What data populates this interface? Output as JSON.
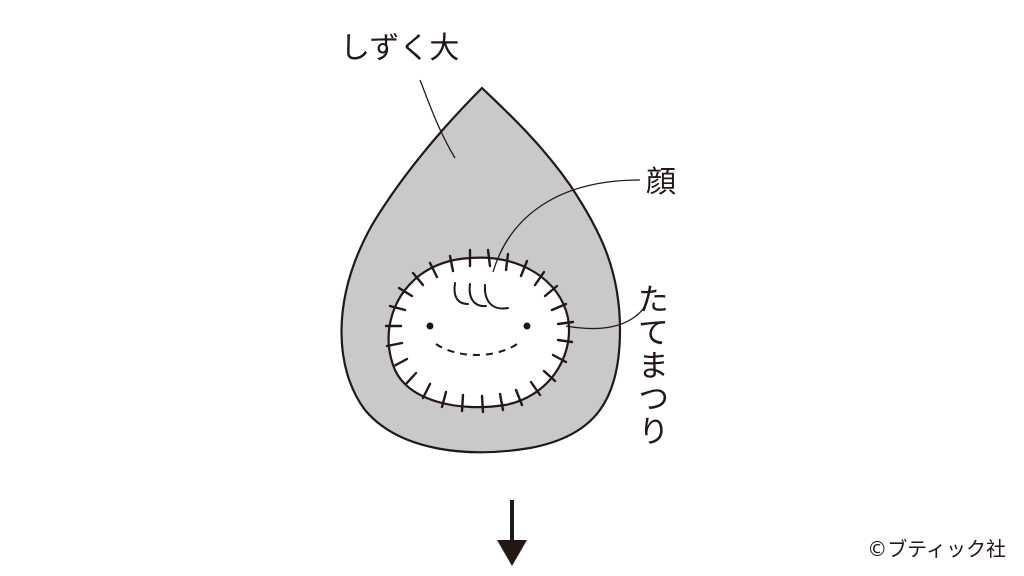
{
  "labels": {
    "drop": "しずく大",
    "face": "顔",
    "stitch": "たてまつり"
  },
  "copyright": "©ブティック社",
  "colors": {
    "drop_fill": "#c9c9ca",
    "face_fill": "#ffffff",
    "ink": "#231815",
    "background": "#ffffff"
  },
  "icons": {
    "next_step": "arrow-down-icon"
  }
}
